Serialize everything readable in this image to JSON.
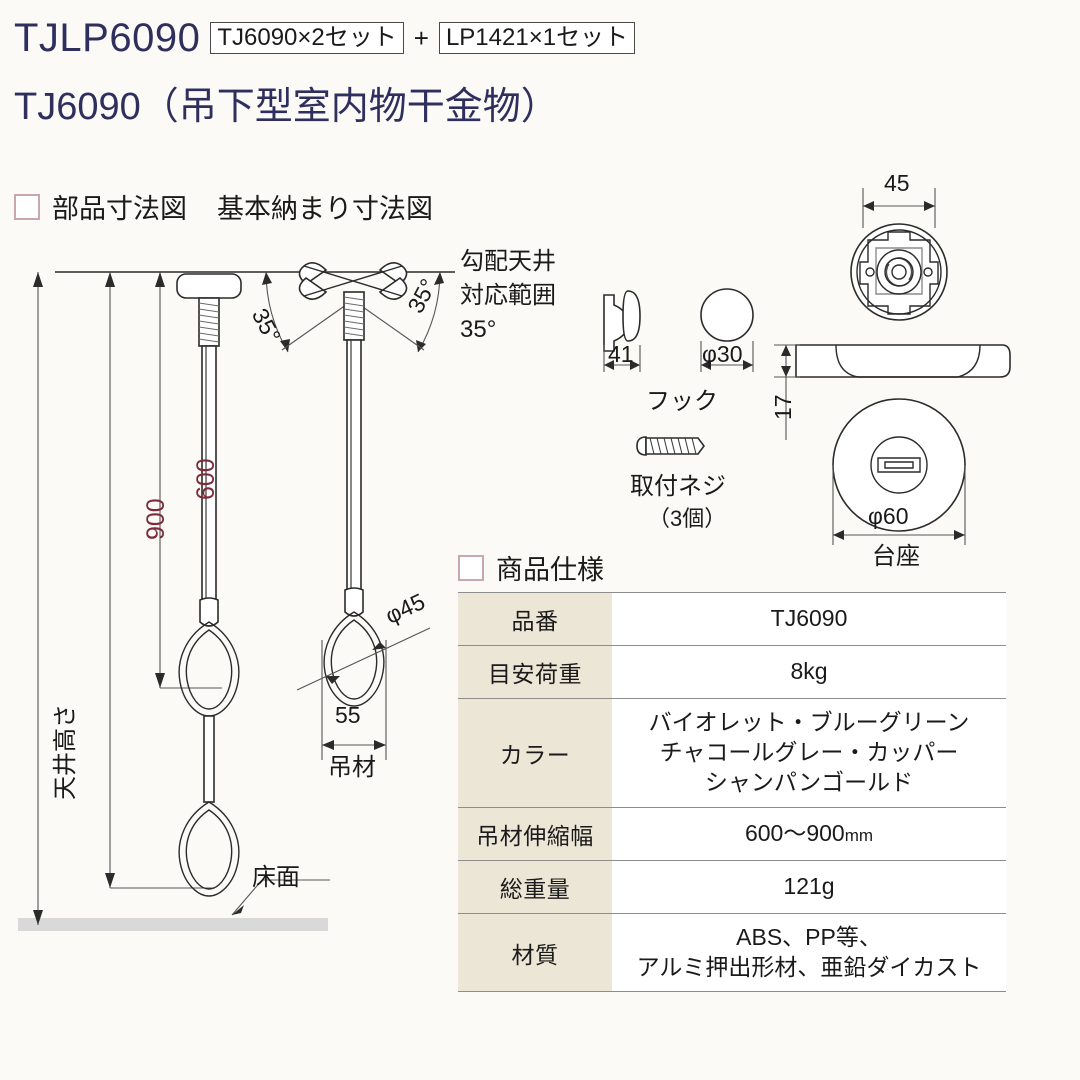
{
  "header": {
    "model_code": "TJLP6090",
    "set_a": "TJ6090×2セット",
    "plus": "+",
    "set_b": "LP1421×1セット",
    "subtitle": "TJ6090（吊下型室内物干金物）"
  },
  "sections": {
    "parts_title": "部品寸法図",
    "layout_title": "基本納まり寸法図",
    "spec_title": "商品仕様"
  },
  "drawing": {
    "dim_900": "900",
    "dim_600": "600",
    "ceiling_height": "天井高さ",
    "floor": "床面",
    "angle_left": "35°",
    "angle_right": "35°",
    "slope_note_1": "勾配天井",
    "slope_note_2": "対応範囲",
    "slope_note_3": "35°",
    "dim_phi45": "φ45",
    "dim_55": "55",
    "hanger_label": "吊材",
    "hook_width": "41",
    "hook_dia": "φ30",
    "hook_label": "フック",
    "screw_label": "取付ネジ",
    "screw_count": "（3個）",
    "base_top_45": "45",
    "base_thickness": "17",
    "base_dia": "φ60",
    "base_label": "台座"
  },
  "spec_table": {
    "rows": [
      {
        "label": "品　番",
        "value": "TJ6090"
      },
      {
        "label": "目安荷重",
        "value": "8kg"
      },
      {
        "label": "カラー",
        "value": "バイオレット・ブルーグリーン\nチャコールグレー・カッパー\nシャンパンゴールド"
      },
      {
        "label": "吊材伸縮幅",
        "value": "600〜900",
        "unit": "mm"
      },
      {
        "label": "総重量",
        "value": "121g"
      },
      {
        "label": "材　質",
        "value": "ABS、PP等、\nアルミ押出形材、亜鉛ダイカスト"
      }
    ]
  },
  "colors": {
    "title": "#2f2f5e",
    "dim_red": "#7d2b38",
    "table_label_bg": "#ece6d6",
    "bullet_border": "#c9a7b0",
    "floor": "#d9d9d9"
  }
}
